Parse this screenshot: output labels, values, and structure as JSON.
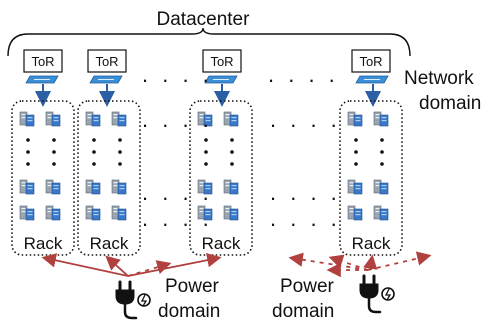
{
  "title": "Datacenter",
  "tor_label": "ToR",
  "rack_label": "Rack",
  "ellipsis": ". . . .",
  "network_domain": {
    "line1": "Network",
    "line2": "domain"
  },
  "power_domain_left": {
    "line1": "Power",
    "line2": "domain"
  },
  "power_domain_right": {
    "line1": "Power",
    "line2": "domain"
  },
  "colors": {
    "text": "#111111",
    "switch": "#3b8fd6",
    "arrow_network": "#2a5fa5",
    "power_link": "#b0413e",
    "server_blue": "#3a79c9",
    "server_gray": "#9aa5b1",
    "plug": "#111111"
  },
  "icons": {
    "switch": "network-switch-icon",
    "server": "server-icon",
    "plug": "power-plug-icon"
  }
}
